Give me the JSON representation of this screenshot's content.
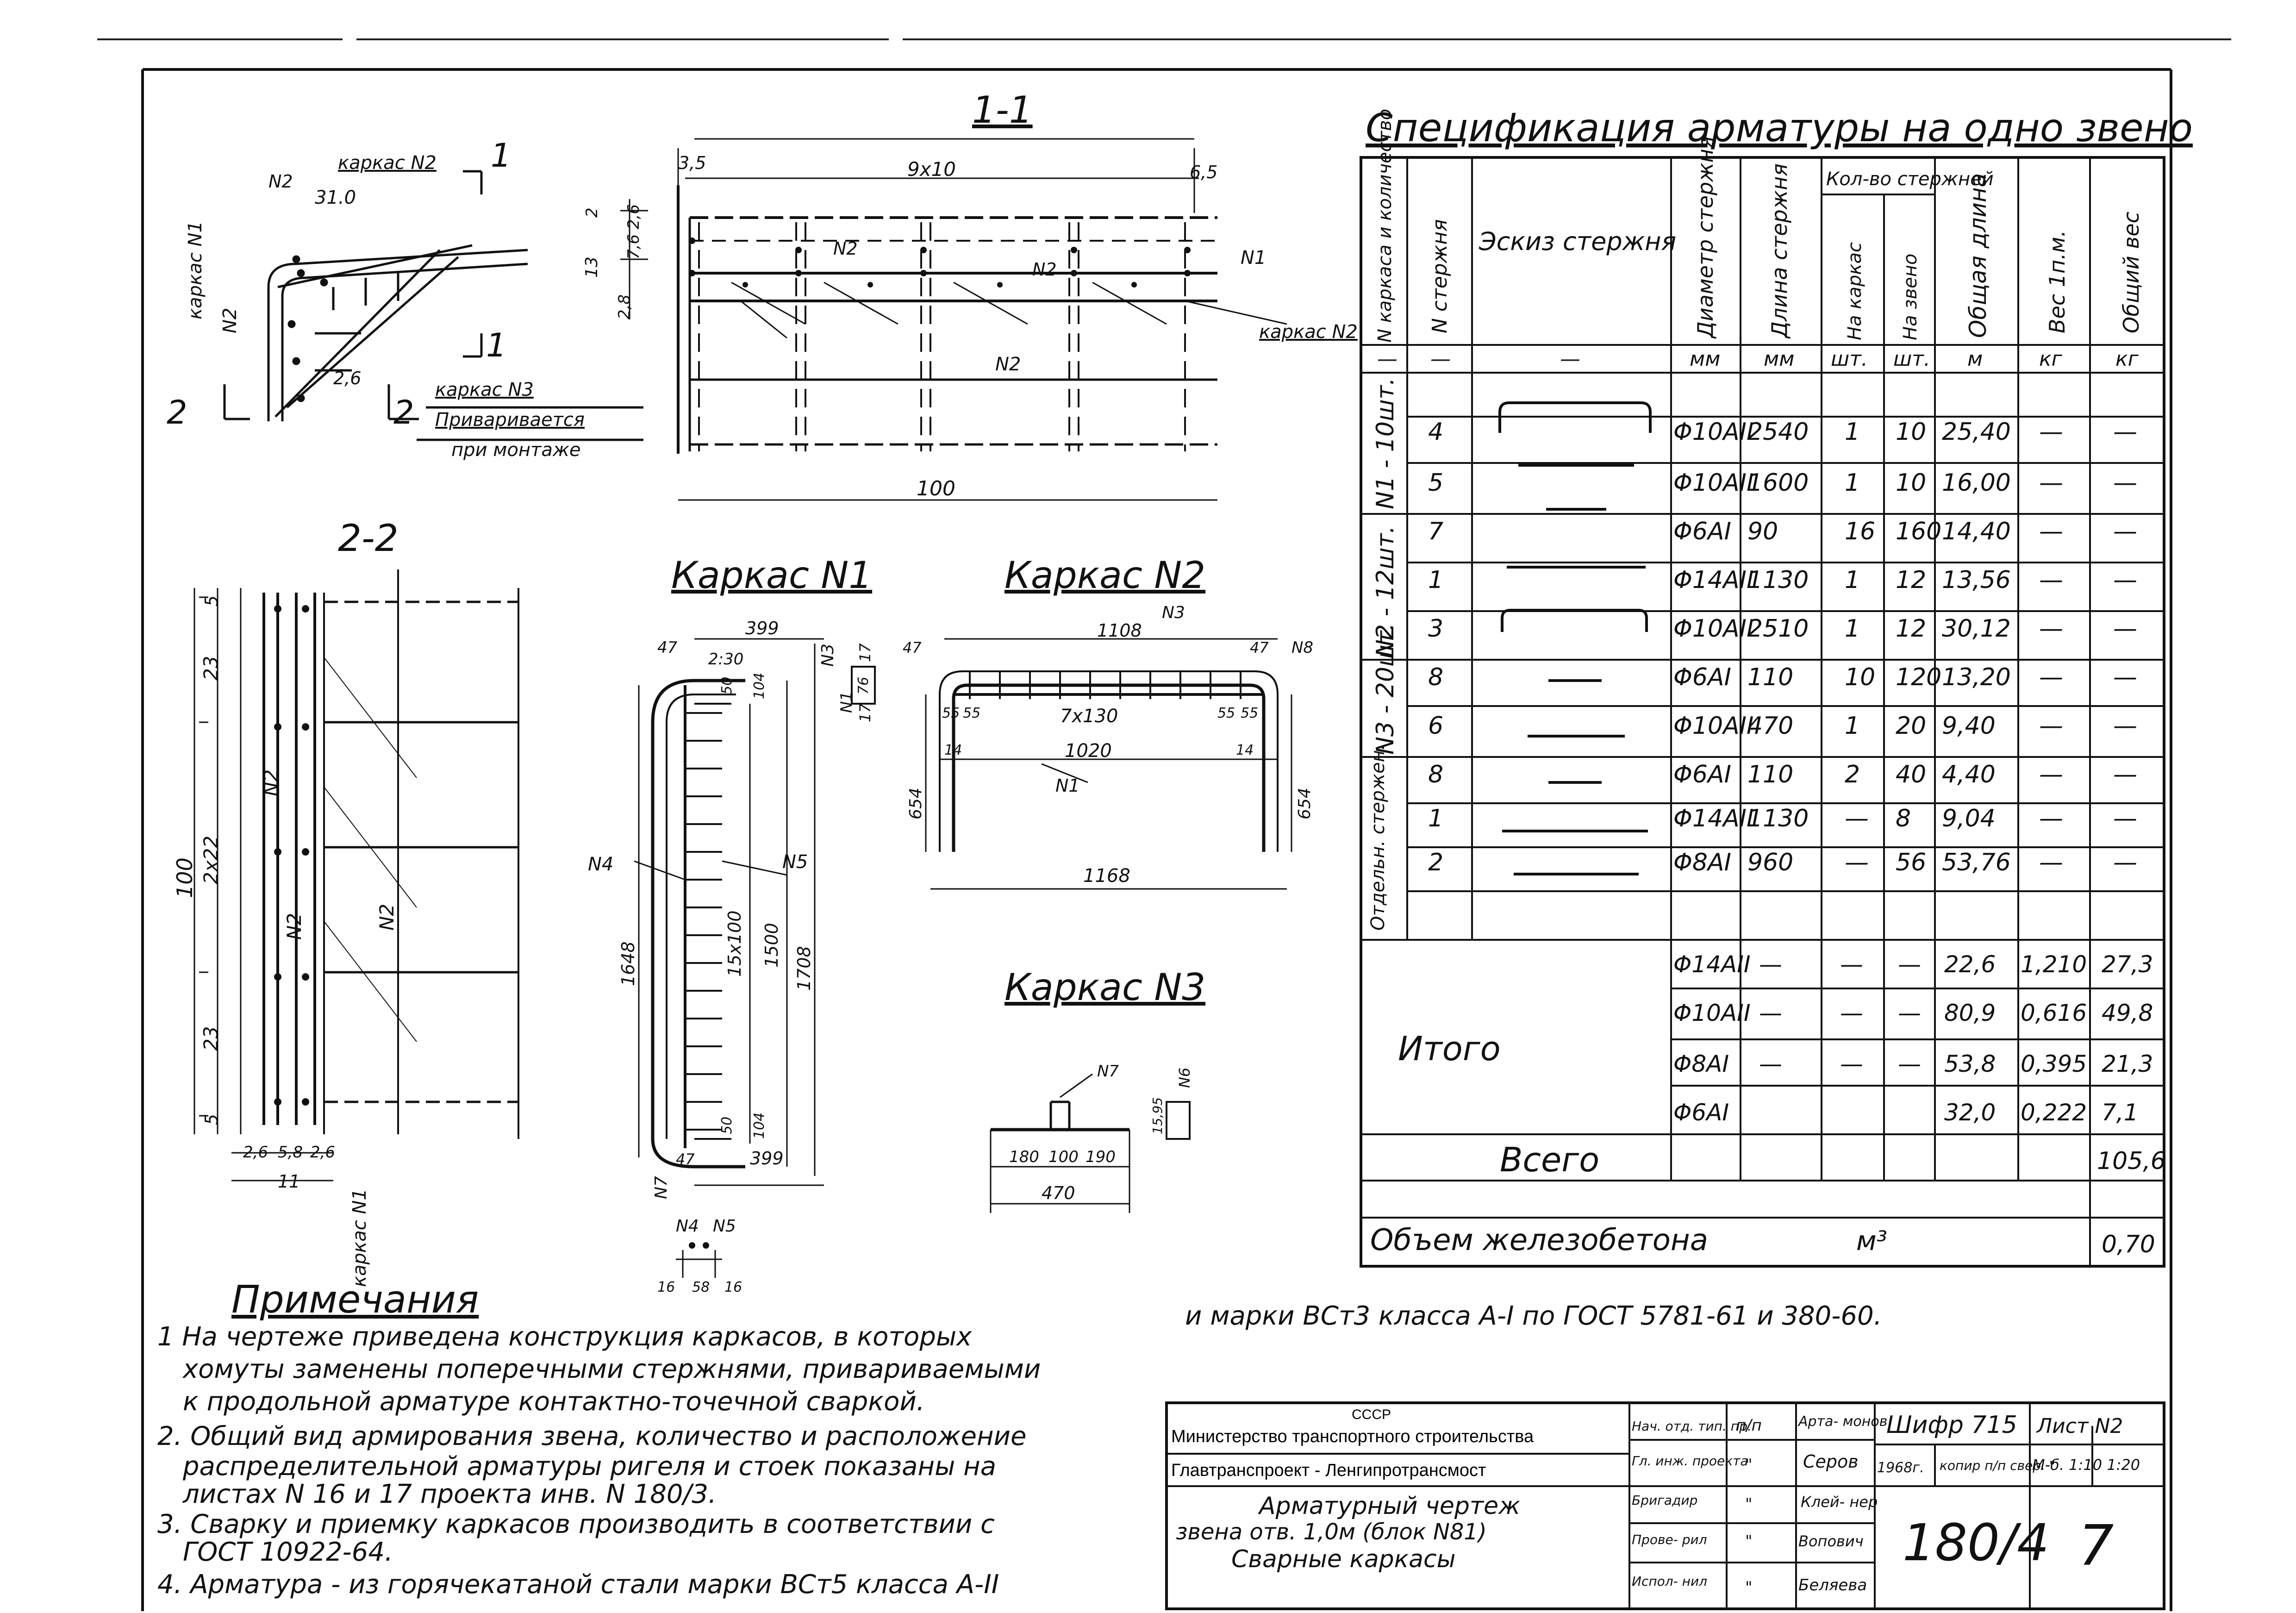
{
  "spec": {
    "title": "Спецификация арматуры на одно звено",
    "headers": {
      "karkas": "N каркаса и количество",
      "rod_no": "N стержня",
      "sketch": "Эскиз стержня",
      "diameter": "Диаметр стержня",
      "length": "Длина стержня",
      "count_group": "Кол-во стержней",
      "count_karkas": "На каркас",
      "count_zveno": "На звено",
      "total_length": "Общая длина",
      "weight_1m": "Вес 1п.м.",
      "total_weight": "Общий вес"
    },
    "units": [
      "—",
      "—",
      "—",
      "мм",
      "мм",
      "шт.",
      "шт.",
      "м",
      "кг",
      "кг"
    ],
    "groups": [
      "N1 - 10шт.",
      "N2 - 12шт.",
      "N3 - 20шт.",
      "Отдельн. стержен."
    ],
    "rows": [
      {
        "rod": "4",
        "dia": "Φ10АII",
        "len": "2540",
        "on_karkas": "1",
        "on_zveno": "10",
        "total_len": "25,40",
        "w1": "—",
        "wt": "—"
      },
      {
        "rod": "5",
        "dia": "Φ10АII",
        "len": "1600",
        "on_karkas": "1",
        "on_zveno": "10",
        "total_len": "16,00",
        "w1": "—",
        "wt": "—"
      },
      {
        "rod": "7",
        "dia": "Φ6АI",
        "len": "90",
        "on_karkas": "16",
        "on_zveno": "160",
        "total_len": "14,40",
        "w1": "—",
        "wt": "—"
      },
      {
        "rod": "1",
        "dia": "Φ14АII",
        "len": "1130",
        "on_karkas": "1",
        "on_zveno": "12",
        "total_len": "13,56",
        "w1": "—",
        "wt": "—"
      },
      {
        "rod": "3",
        "dia": "Φ10АII",
        "len": "2510",
        "on_karkas": "1",
        "on_zveno": "12",
        "total_len": "30,12",
        "w1": "—",
        "wt": "—"
      },
      {
        "rod": "8",
        "dia": "Φ6АI",
        "len": "110",
        "on_karkas": "10",
        "on_zveno": "120",
        "total_len": "13,20",
        "w1": "—",
        "wt": "—"
      },
      {
        "rod": "6",
        "dia": "Φ10АII",
        "len": "470",
        "on_karkas": "1",
        "on_zveno": "20",
        "total_len": "9,40",
        "w1": "—",
        "wt": "—"
      },
      {
        "rod": "8",
        "dia": "Φ6АI",
        "len": "110",
        "on_karkas": "2",
        "on_zveno": "40",
        "total_len": "4,40",
        "w1": "—",
        "wt": "—"
      },
      {
        "rod": "1",
        "dia": "Φ14АII",
        "len": "1130",
        "on_karkas": "—",
        "on_zveno": "8",
        "total_len": "9,04",
        "w1": "—",
        "wt": "—"
      },
      {
        "rod": "2",
        "dia": "Φ8АI",
        "len": "960",
        "on_karkas": "—",
        "on_zveno": "56",
        "total_len": "53,76",
        "w1": "—",
        "wt": "—"
      }
    ],
    "itogo_label": "Итого",
    "itogo_rows": [
      {
        "dia": "Φ14АII",
        "len": "—",
        "on_karkas": "—",
        "on_zveno": "—",
        "total_len": "22,6",
        "w1": "1,210",
        "wt": "27,3"
      },
      {
        "dia": "Φ10АII",
        "len": "—",
        "on_karkas": "—",
        "on_zveno": "—",
        "total_len": "80,9",
        "w1": "0,616",
        "wt": "49,8"
      },
      {
        "dia": "Φ8АI",
        "len": "—",
        "on_karkas": "—",
        "on_zveno": "—",
        "total_len": "53,8",
        "w1": "0,395",
        "wt": "21,3"
      },
      {
        "dia": "Φ6АI",
        "len": "",
        "on_karkas": "",
        "on_zveno": "",
        "total_len": "32,0",
        "w1": "0,222",
        "wt": "7,1"
      }
    ],
    "vsego_label": "Всего",
    "vsego_value": "105,6",
    "volume_label": "Объем железобетона",
    "volume_unit": "м³",
    "volume_value": "0,70"
  },
  "drawings": {
    "section_11": "1-1",
    "section_22": "2-2",
    "karkas1": "Каркас N1",
    "karkas2": "Каркас N2",
    "karkas3": "Каркас N3",
    "labels": {
      "karkas_n1": "каркас N1",
      "karkas_n2": "каркас N2",
      "karkas_n3": "каркас N3",
      "privarivaetsya": "Приваривается",
      "pri_montazhe": "при монтаже",
      "n1": "N1",
      "n2": "N2",
      "n3": "N3",
      "n4": "N4",
      "n5": "N5",
      "n6": "N6",
      "n7": "N7",
      "n8": "N8",
      "one": "1",
      "two": "2"
    },
    "dims": {
      "d310": "31.0",
      "d26": "2,6",
      "d35": "3,5",
      "d9x10": "9x10",
      "d65": "6,5",
      "d100": "100",
      "d2": "2",
      "d762": "7,6 2,6",
      "d13": "13",
      "d28": "2,8",
      "d5": "5",
      "d23": "23",
      "d2x22": "2x22",
      "d26b": "2,6",
      "d58": "5,8",
      "d11": "11",
      "d47": "47",
      "d230": "2:30",
      "d399": "399",
      "d50": "50",
      "d104": "104",
      "d17": "17",
      "d76": "76",
      "d15x100": "15x100",
      "d1500": "1500",
      "d1648": "1648",
      "d1708": "1708",
      "d1108": "1108",
      "d55": "55",
      "d7x130": "7x130",
      "d1020": "1020",
      "d14": "14",
      "d654": "654",
      "d1168": "1168",
      "d180": "180",
      "d100b": "100",
      "d190": "190",
      "d470": "470",
      "d1595": "15,95",
      "d16": "16",
      "d58b": "58"
    }
  },
  "notes": {
    "title": "Примечания",
    "lines": [
      "1 На чертеже приведена конструкция каркасов, в которых",
      "хомуты заменены поперечными стержнями, привариваемыми",
      "к продольной арматуре контактно-точечной сваркой.",
      "2. Общий вид армирования звена, количество и расположение",
      "распределительной арматуры ригеля и стоек показаны на",
      "листах N 16 и 17 проекта инв. N 180/3.",
      "3. Сварку и приемку каркасов производить в соответствии с",
      "ГОСТ 10922-64.",
      "4. Арматура - из горячекатаной стали марки ВСт5 класса А-II"
    ],
    "continuation": "и марки ВСт3 класса А-I по ГОСТ 5781-61 и 380-60."
  },
  "title_block": {
    "org1_top": "СССР",
    "org1": "Министерство транспортного строительства",
    "org2": "Главтранспроект - Ленгипротрансмост",
    "desc1": "Арматурный чертеж",
    "desc2": "звена отв. 1,0м (блок N81)",
    "desc3": "Сварные каркасы",
    "roles": [
      "Нач. отд. тип. пр.",
      "Гл. инж. проекта",
      "Бригадир",
      "Прове- рил",
      "Испол- нил"
    ],
    "signs": [
      "п/п",
      "\"",
      "\"",
      "\"",
      "\""
    ],
    "names": [
      "Арта- монов",
      "Серов",
      "Клей- нер",
      "Вопович",
      "Беляева"
    ],
    "year": "1968г.",
    "kopir": "копир п/п свер. \"",
    "shifr_label": "Шифр 715",
    "list_label": "Лист N2",
    "scale": "М-б. 1:10 1:20",
    "code": "180/4",
    "sheet": "7"
  }
}
